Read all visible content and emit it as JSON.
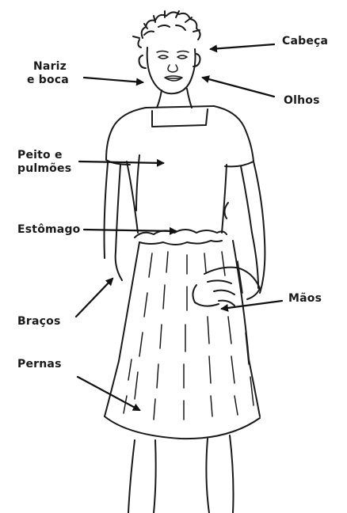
{
  "labels": {
    "cabeca": "Cabeça",
    "nariz_line1": "Nariz",
    "nariz_line2": "e boca",
    "olhos": "Olhos",
    "peito_line1": "Peito e",
    "peito_line2": "pulmões",
    "estomago": "Estômago",
    "maos": "Mãos",
    "bracos": "Braços",
    "pernas": "Pernas"
  },
  "colors": {
    "ink": "#1a1a1a",
    "background": "#ffffff"
  }
}
